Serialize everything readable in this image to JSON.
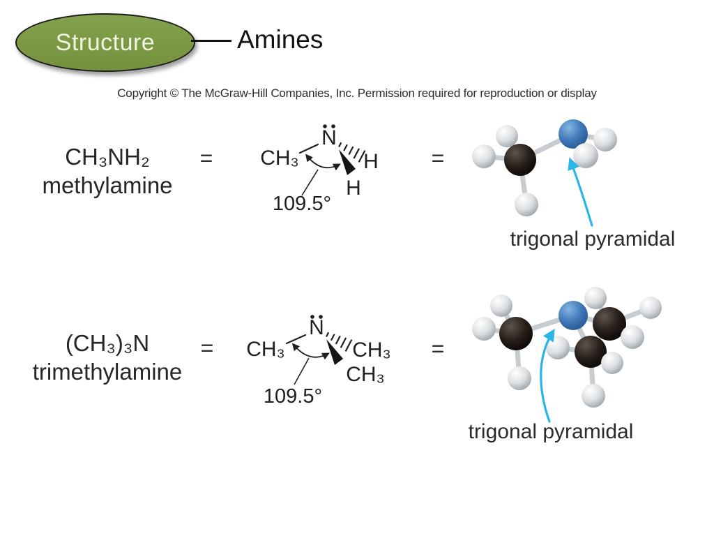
{
  "slide": {
    "badge": {
      "label": "Structure"
    },
    "topic": "Amines",
    "copyright": "Copyright © The McGraw-Hill Companies, Inc. Permission required for reproduction or display",
    "equals": "=",
    "rows": [
      {
        "formula": "CH₃NH₂",
        "name": "methylamine",
        "structure": {
          "left_group": "CH₃",
          "central_atom": "N",
          "hash_wedge_group": "H",
          "solid_wedge_group": "H",
          "bond_angle": "109.5°"
        },
        "geometry_label": "trigonal pyramidal"
      },
      {
        "formula": "(CH₃)₃N",
        "name": "trimethylamine",
        "structure": {
          "left_group": "CH₃",
          "central_atom": "N",
          "hash_wedge_group": "CH₃",
          "solid_wedge_group": "CH₃",
          "bond_angle": "109.5°"
        },
        "geometry_label": "trigonal pyramidal"
      }
    ],
    "colors": {
      "badge_fill": "#7a9a45",
      "nitrogen_atom": "#3f78b8",
      "carbon_atom": "#241d19",
      "hydrogen_atom": "#d9dcdf",
      "annotation_arrow": "#29b5e8"
    }
  }
}
